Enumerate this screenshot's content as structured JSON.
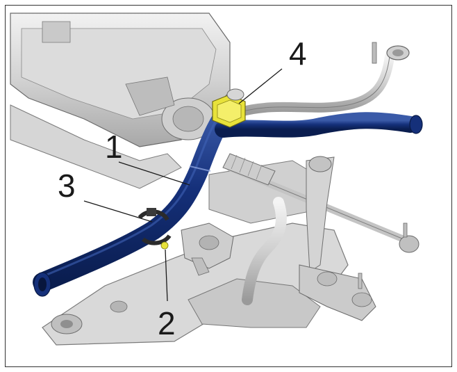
{
  "colors": {
    "hose": "#0f2a6b",
    "hose_highlight": "#2f4f9c",
    "clip_yellow": "#e8e23a",
    "part_light": "#e4e4e4",
    "part_mid": "#c6c6c6",
    "part_dark": "#8f8f8f",
    "line": "#1a1a1a"
  },
  "callouts": [
    {
      "id": "1",
      "label": "1"
    },
    {
      "id": "2",
      "label": "2"
    },
    {
      "id": "3",
      "label": "3"
    },
    {
      "id": "4",
      "label": "4"
    }
  ]
}
